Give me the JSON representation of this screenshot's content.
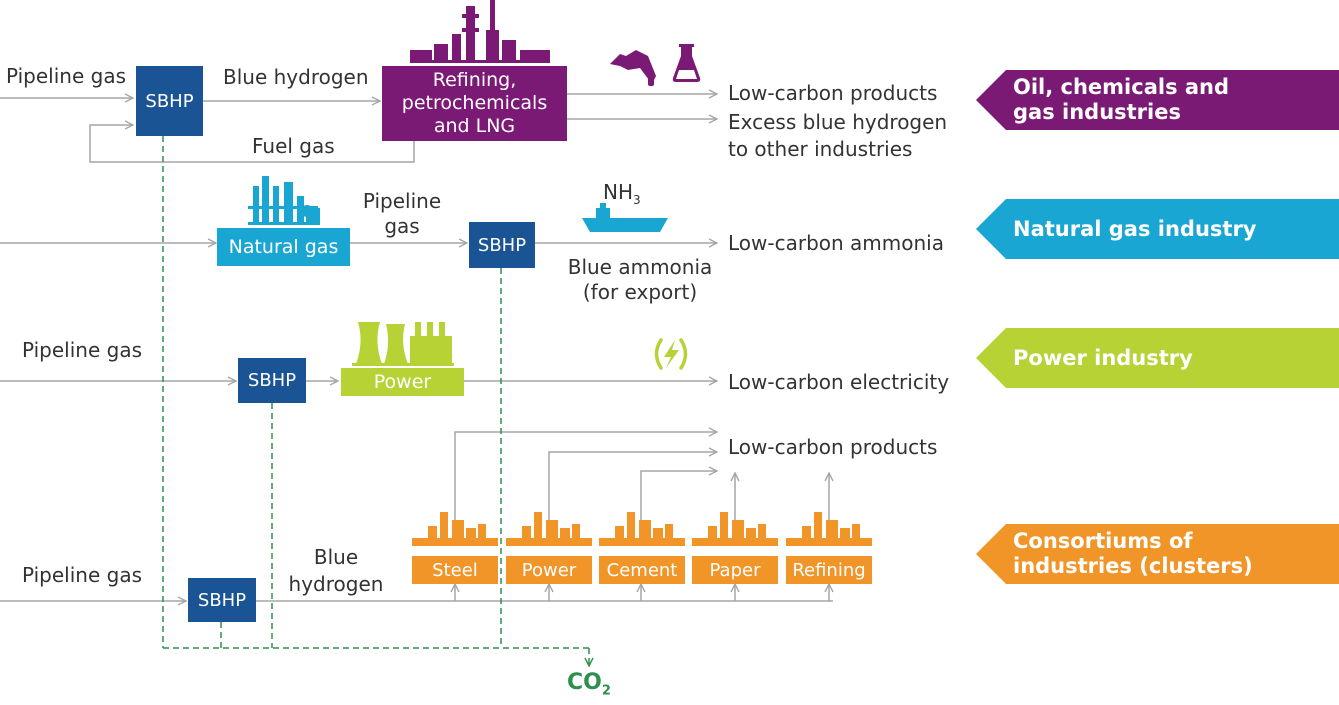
{
  "colors": {
    "sbhp": "#1b5495",
    "oil": "#7a1a74",
    "natural_gas": "#1aa6d2",
    "power": "#b6d234",
    "clusters": "#f29529",
    "co2": "#2e8f4e",
    "arrows": "#a6a6a6"
  },
  "sbhp_label": "SBHP",
  "co2": {
    "main": "CO",
    "sub": "2"
  },
  "oil": {
    "input": "Pipeline gas",
    "blue_hydrogen": "Blue hydrogen",
    "refining": [
      "Refining,",
      "petrochemicals",
      "and LNG"
    ],
    "fuel_gas": "Fuel gas",
    "output_1": "Low-carbon products",
    "output_2": [
      "Excess blue hydrogen",
      "to other industries"
    ],
    "icons": [
      "refinery-icon",
      "fuel-nozzle-icon",
      "flask-icon"
    ]
  },
  "natural_gas": {
    "box": "Natural gas",
    "pipeline": [
      "Pipeline",
      "gas"
    ],
    "nh3": {
      "main": "NH",
      "sub": "3"
    },
    "blue_ammonia": [
      "Blue ammonia",
      "(for export)"
    ],
    "output": "Low-carbon ammonia",
    "icons": [
      "gas-plant-icon",
      "ship-icon"
    ]
  },
  "power": {
    "input": "Pipeline gas",
    "box": "Power",
    "output": "Low-carbon electricity",
    "icons": [
      "power-plant-icon",
      "lightning-icon"
    ]
  },
  "clusters": {
    "input": "Pipeline gas",
    "blue_hydrogen": [
      "Blue",
      "hydrogen"
    ],
    "output": "Low-carbon products",
    "industries": [
      "Steel",
      "Power",
      "Cement",
      "Paper",
      "Refining"
    ],
    "icons": [
      "factory-icon"
    ]
  },
  "tags": [
    {
      "lines": [
        "Oil, chemicals and",
        "gas industries"
      ],
      "color": "#7a1a74"
    },
    {
      "lines": [
        "Natural gas industry"
      ],
      "color": "#1aa6d2"
    },
    {
      "lines": [
        "Power industry"
      ],
      "color": "#b6d234"
    },
    {
      "lines": [
        "Consortiums of",
        "industries (clusters)"
      ],
      "color": "#f29529"
    }
  ]
}
